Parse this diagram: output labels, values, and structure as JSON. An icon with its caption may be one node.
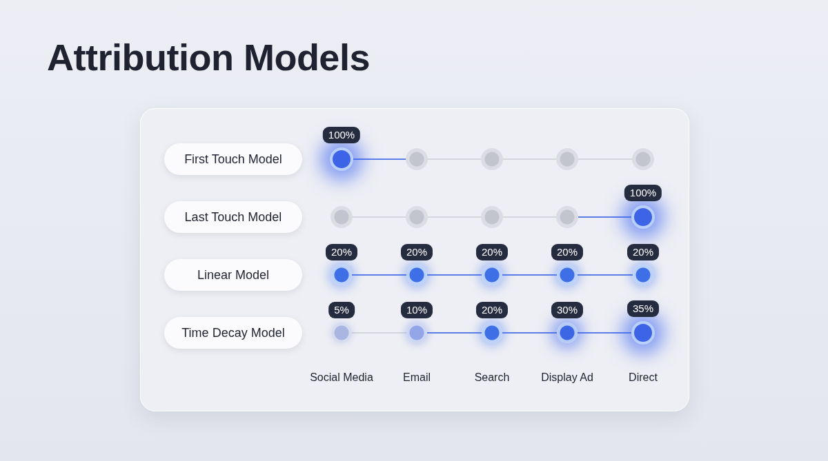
{
  "diagram": {
    "title": "Attribution Models",
    "nodes": [
      {
        "text": [
          "First Touch Model"
        ]
      },
      {
        "text": [],
        "shape": "circle",
        "beside": [
          "100%"
        ]
      },
      {
        "text": [],
        "shape": "circle"
      },
      {
        "text": [],
        "shape": "circle"
      },
      {
        "text": [],
        "shape": "circle"
      },
      {
        "text": [],
        "shape": "circle"
      },
      {
        "text": [
          "Last Touch Model"
        ]
      },
      {
        "text": [],
        "shape": "circle"
      },
      {
        "text": [],
        "shape": "circle"
      },
      {
        "text": [],
        "shape": "circle"
      },
      {
        "text": [],
        "shape": "circle"
      },
      {
        "text": [],
        "shape": "circle",
        "beside": [
          "100%"
        ]
      },
      {
        "text": [
          "Linear Model"
        ]
      },
      {
        "text": [],
        "shape": "circle",
        "beside": [
          "20%"
        ]
      },
      {
        "text": [],
        "shape": "circle",
        "beside": [
          "20%"
        ]
      },
      {
        "text": [],
        "shape": "circle",
        "beside": [
          "20%"
        ]
      },
      {
        "text": [],
        "shape": "circle",
        "beside": [
          "20%"
        ]
      },
      {
        "text": [],
        "shape": "circle",
        "beside": [
          "20%"
        ]
      },
      {
        "text": [
          "Time Decay Model"
        ]
      },
      {
        "text": [],
        "shape": "circle",
        "beside": [
          "5%"
        ]
      },
      {
        "text": [],
        "shape": "circle",
        "beside": [
          "10%"
        ]
      },
      {
        "text": [],
        "shape": "circle",
        "beside": [
          "20%"
        ]
      },
      {
        "text": [],
        "shape": "circle",
        "beside": [
          "30%"
        ]
      },
      {
        "text": [],
        "shape": "circle",
        "beside": [
          "35%"
        ]
      }
    ],
    "edges": [
      {
        "from": 1,
        "to": 2,
        "arrow": "none"
      },
      {
        "from": 2,
        "to": 3,
        "arrow": "none",
        "color": "#d4d6de"
      },
      {
        "from": 3,
        "to": 4,
        "arrow": "none",
        "color": "#d4d6de"
      },
      {
        "from": 4,
        "to": 5,
        "arrow": "none",
        "color": "#d4d6de"
      },
      {
        "from": 7,
        "to": 8,
        "arrow": "none",
        "color": "#d4d6de"
      },
      {
        "from": 8,
        "to": 9,
        "arrow": "none",
        "color": "#d4d6de"
      },
      {
        "from": 9,
        "to": 10,
        "arrow": "none",
        "color": "#d4d6de"
      },
      {
        "from": 10,
        "to": 11,
        "arrow": "none"
      },
      {
        "from": 13,
        "to": 14,
        "arrow": "none"
      },
      {
        "from": 14,
        "to": 15,
        "arrow": "none"
      },
      {
        "from": 15,
        "to": 16,
        "arrow": "none"
      },
      {
        "from": 16,
        "to": 17,
        "arrow": "none"
      },
      {
        "from": 19,
        "to": 20,
        "arrow": "none",
        "color": "#d4d6de"
      },
      {
        "from": 20,
        "to": 21,
        "arrow": "none"
      },
      {
        "from": 21,
        "to": 22,
        "arrow": "none"
      },
      {
        "from": 22,
        "to": 23,
        "arrow": "none"
      }
    ],
    "labels": [
      "Social Media",
      "Email",
      "Search",
      "Display Ad",
      "Direct"
    ]
  }
}
